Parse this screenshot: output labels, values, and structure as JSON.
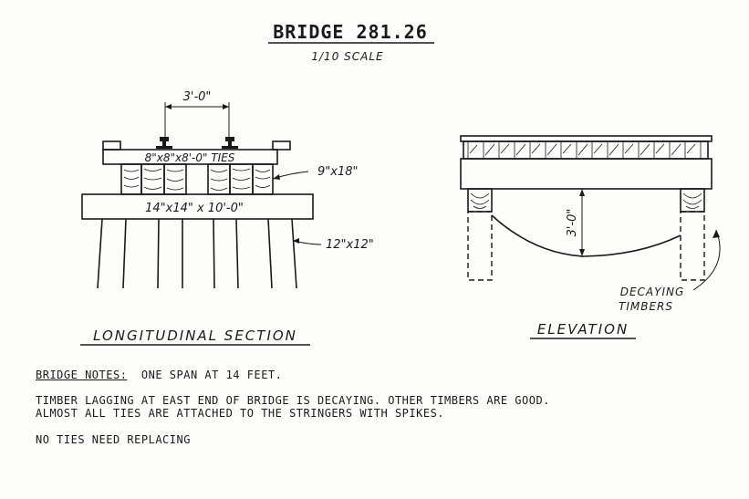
{
  "title": "BRIDGE 281.26",
  "scale": "1/10 SCALE",
  "longitudinal": {
    "tie_spacing": "3'-0\"",
    "ties_label": "8\"x8\"x8'-0\" TIES",
    "stringer_label": "9\"x18\"",
    "cap_label": "14\"x14\" x 10'-0\"",
    "pile_label": "12\"x12\"",
    "caption": "LONGITUDINAL SECTION"
  },
  "elevation": {
    "clearance": "3'-0\"",
    "decay_label_1": "DECAYING",
    "decay_label_2": "TIMBERS",
    "caption": "ELEVATION"
  },
  "notes": {
    "heading": "BRIDGE NOTES:",
    "span": "ONE SPAN AT 14 FEET.",
    "line_1": "TIMBER LAGGING AT EAST END OF BRIDGE IS DECAYING.  OTHER TIMBERS ARE GOOD.",
    "line_2": "ALMOST ALL TIES ARE ATTACHED TO THE STRINGERS WITH SPIKES.",
    "line_3": "NO TIES NEED REPLACING"
  }
}
